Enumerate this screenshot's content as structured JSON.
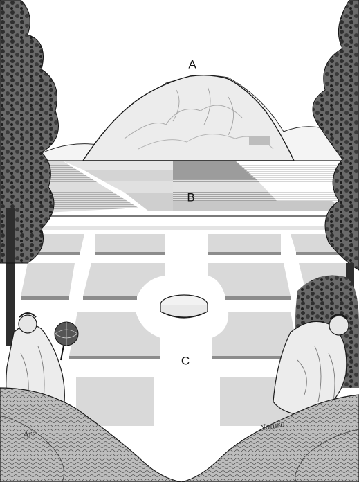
{
  "labels": {
    "mountain": "A",
    "fields": "B",
    "garden": "C"
  },
  "inscriptions": {
    "left_figure": "Ars",
    "right_figure": "Natura"
  },
  "colors": {
    "background": "#ffffff",
    "garden_fill": "#d9d9d9",
    "garden_shadow": "#8c8c8c",
    "field_light": "#e3e3e3",
    "field_dark": "#9a9a9a",
    "ink": "#1a1a1a"
  }
}
